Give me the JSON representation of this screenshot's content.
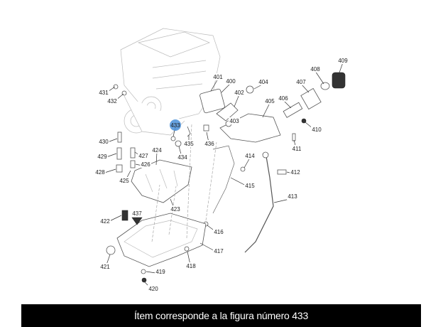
{
  "diagram": {
    "highlighted_part": "433",
    "highlight_color": "#4a90d9",
    "labels": [
      "400",
      "401",
      "402",
      "403",
      "404",
      "405",
      "406",
      "407",
      "408",
      "409",
      "410",
      "411",
      "412",
      "413",
      "414",
      "415",
      "416",
      "417",
      "418",
      "419",
      "420",
      "421",
      "422",
      "423",
      "424",
      "425",
      "426",
      "427",
      "428",
      "429",
      "430",
      "431",
      "432",
      "433",
      "434",
      "435",
      "436",
      "437"
    ]
  },
  "caption": {
    "text": "Ítem corresponde a la figura número 433"
  }
}
